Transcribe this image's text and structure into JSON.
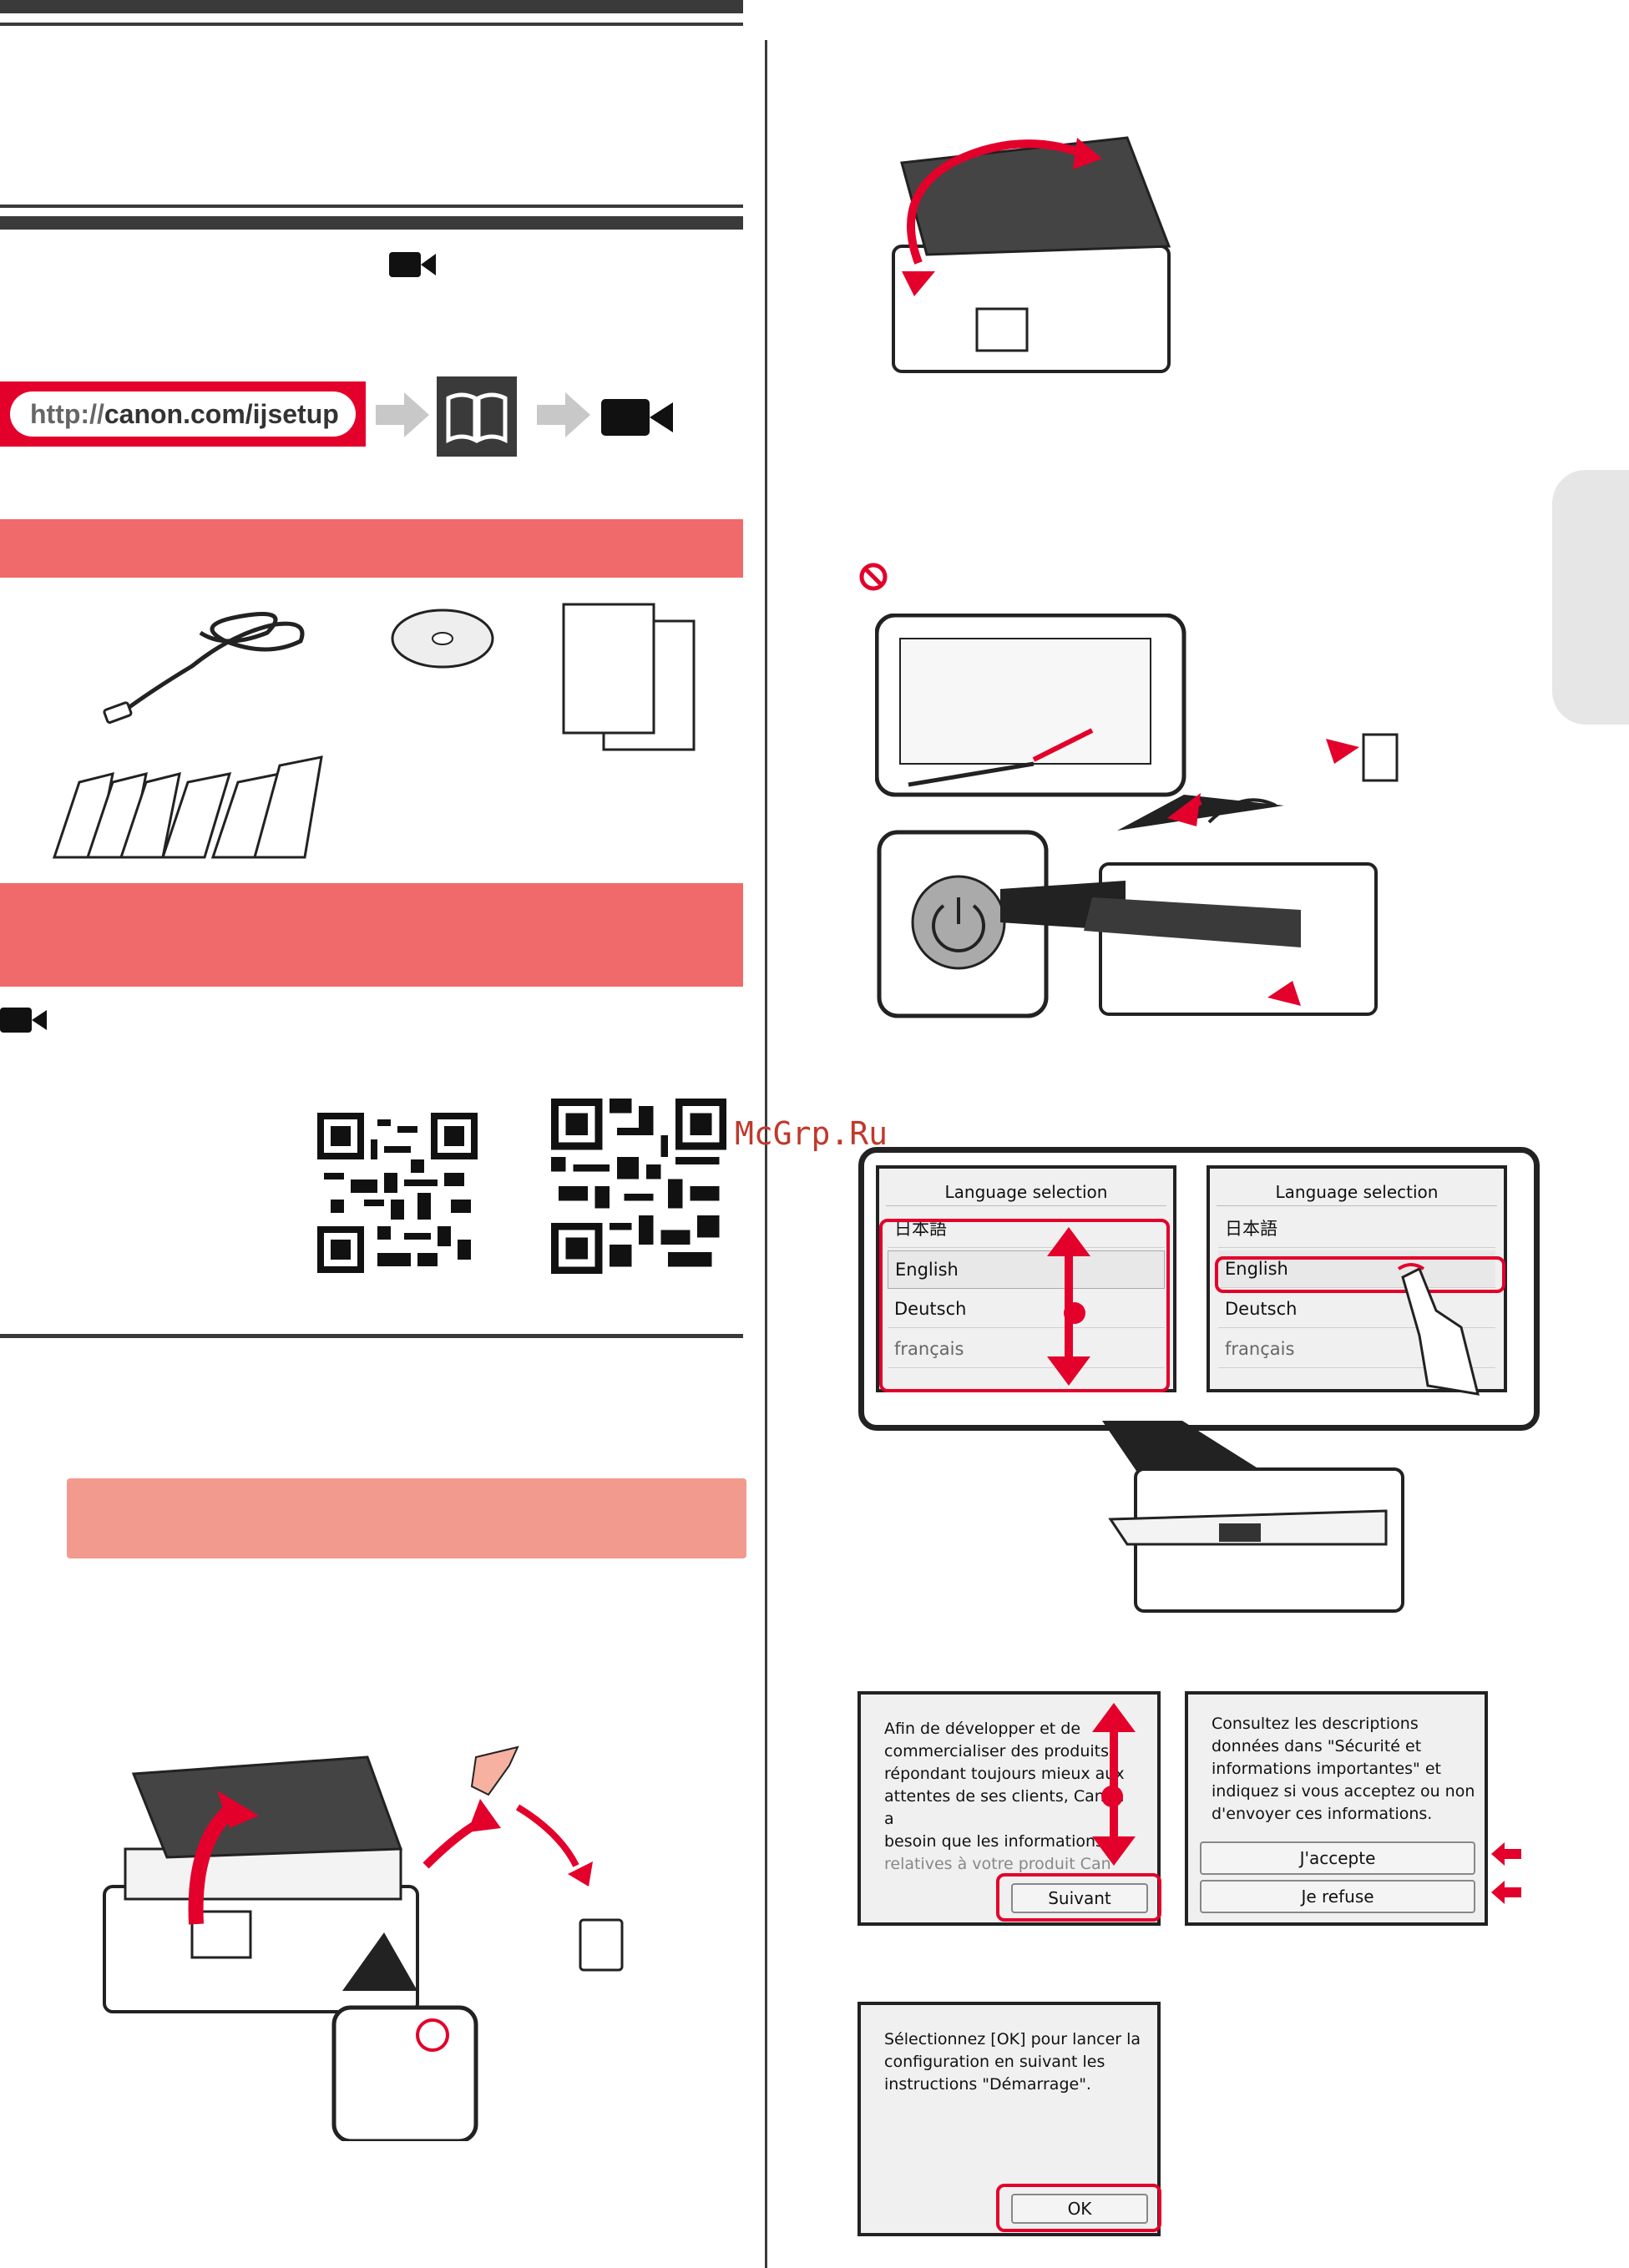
{
  "setup_link": {
    "url_prefix": "http://",
    "url_main": "canon.com/ijsetup"
  },
  "language_screens": {
    "left": {
      "title": "Language selection",
      "items": [
        "日本語",
        "English",
        "Deutsch",
        "français"
      ]
    },
    "right": {
      "title": "Language selection",
      "items": [
        "日本語",
        "English",
        "Deutsch",
        "français"
      ]
    }
  },
  "privacy_screen": {
    "lines": [
      "Afin de développer et de",
      "commercialiser des produits",
      "répondant toujours mieux aux",
      "attentes de ses clients, Canon a",
      "besoin que les informations",
      "relatives à votre produit Can"
    ],
    "next_label": "Suivant"
  },
  "consent_screen": {
    "lines": [
      "Consultez les descriptions",
      "données dans \"Sécurité et",
      "informations importantes\" et",
      "indiquez si vous acceptez ou non",
      "d'envoyer ces informations."
    ],
    "accept_label": "J'accepte",
    "refuse_label": "Je refuse"
  },
  "start_screen": {
    "lines": [
      "Sélectionnez [OK] pour lancer la",
      "configuration en suivant les",
      "instructions \"Démarrage\"."
    ],
    "ok_label": "OK"
  },
  "watermark": "McGrp.Ru",
  "colors": {
    "accent_red": "#e3002b",
    "section_pink": "#f06a6b",
    "section_light": "#f39a8e",
    "dark_bar": "#3a3a3a",
    "side_tab": "#e6e6e6"
  }
}
